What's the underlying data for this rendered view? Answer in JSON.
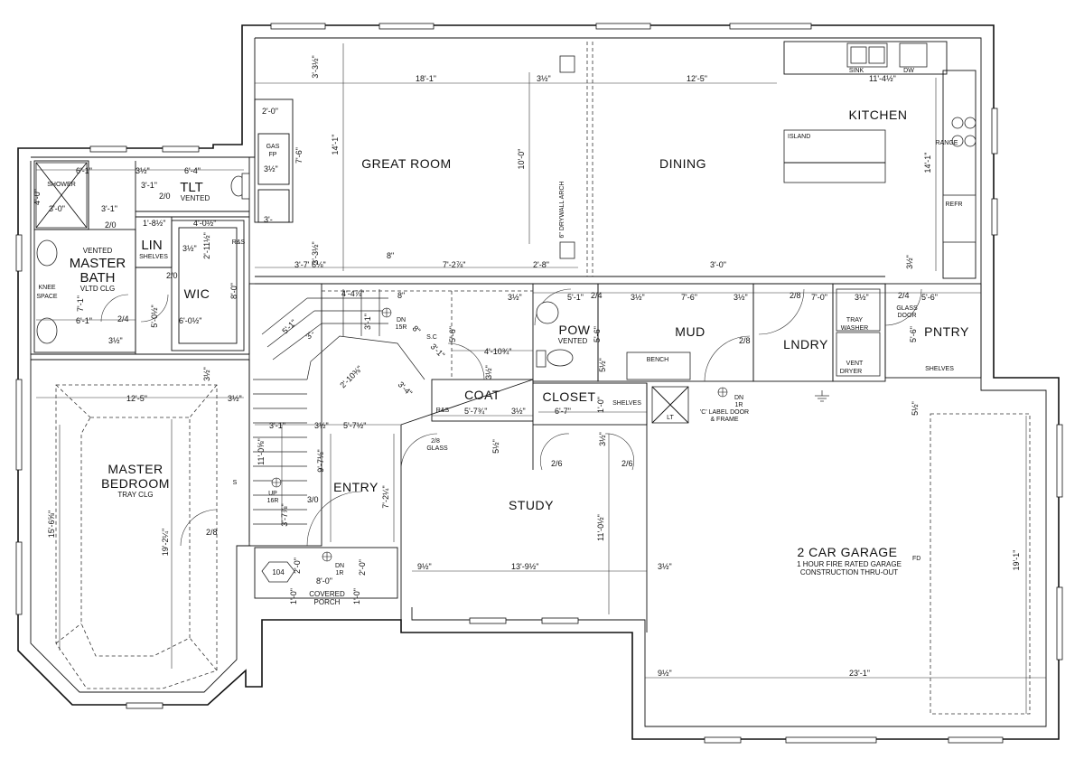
{
  "rooms": {
    "great_room": "GREAT ROOM",
    "dining": "DINING",
    "kitchen": "KITCHEN",
    "tlt": "TLT",
    "tlt_note": "VENTED",
    "master_bath": "MASTER",
    "master_bath2": "BATH",
    "master_bath_vented": "VENTED",
    "master_bath_clg": "VLTD CLG",
    "lin": "LIN",
    "lin_shelves": "SHELVES",
    "wic": "WIC",
    "master_bedroom": "MASTER",
    "master_bedroom2": "BEDROOM",
    "master_bedroom_clg": "TRAY CLG",
    "pow": "POW",
    "pow_note": "VENTED",
    "mud": "MUD",
    "lndry": "LNDRY",
    "pntry": "PNTRY",
    "coat": "COAT",
    "closet": "CLOSET",
    "entry": "ENTRY",
    "study": "STUDY",
    "garage": "2 CAR GARAGE",
    "garage_note1": "1 HOUR FIRE RATED GARAGE",
    "garage_note2": "CONSTRUCTION THRU-OUT",
    "covered_porch1": "COVERED",
    "covered_porch2": "PORCH"
  },
  "fixtures": {
    "island": "ISLAND",
    "sink": "SINK",
    "dw": "DW",
    "range": "RANGE",
    "refr": "REFR",
    "gas_fp1": "GAS",
    "gas_fp2": "FP",
    "shower": "SHOWER",
    "knee_space1": "KNEE",
    "knee_space2": "SPACE",
    "bench": "BENCH",
    "tray": "TRAY",
    "washer": "WASHER",
    "vent": "VENT",
    "dryer": "DRYER",
    "shelves": "SHELVES",
    "shelves2": "SHELVES",
    "rs1": "R&S",
    "rs2": "R&S",
    "drywall_arch": "6\" DRYWALL ARCH",
    "glass_door1": "GLASS",
    "glass_door2": "DOOR",
    "c_label1": "'C' LABEL DOOR",
    "c_label2": "& FRAME",
    "lt": "LT",
    "fd": "FD",
    "porch_num": "104",
    "sc": "S.C",
    "s_mark": "S",
    "stair_dn1": "DN",
    "stair_dn1b": "15R",
    "stair_up": "UP",
    "stair_up_b": "16R",
    "dn_garage": "DN",
    "dn_garage_b": "1R",
    "dn_porch": "DN",
    "dn_porch_b": "1R",
    "glass_28a": "2/8",
    "glass_28b": "GLASS"
  },
  "dimensions": {
    "d_18_1": "18'-1\"",
    "d_3_3half_top": "3'-3½\"",
    "d_3half_a": "3½\"",
    "d_12_5_top": "12'-5\"",
    "d_11_4half": "11'-4½\"",
    "d_14_1_left": "14'-1\"",
    "d_7_6": "7'-6\"",
    "d_10_0": "10'-0\"",
    "d_14_1_right": "14'-1\"",
    "d_2_0": "2'-0\"",
    "d_3half_fp": "3½\"",
    "d_3_3half_b": "3'-3½\"",
    "d_3_1_small": "3'-",
    "d_6_1_bath": "6'-1\"",
    "d_3half_b": "3½\"",
    "d_6_4": "6'-4\"",
    "d_3_1a": "3'-1\"",
    "d_4_0": "4'-0\"",
    "d_3_0_sh": "3'-0\"",
    "d_2_0_tlt": "2/0",
    "d_3_1_b": "3'-1\"",
    "d_20_a": "2/0",
    "d_1_8half": "1'-8½\"",
    "d_4_0half": "4'-0½\"",
    "d_3half_lin": "3½\"",
    "d_2_11half": "2'-11½\"",
    "d_8_0_wic": "8'-0\"",
    "d_2_0_wic": "2/0",
    "d_7_1": "7'-1\"",
    "d_5_0half": "5'-0½\"",
    "d_6_0half": "6'-0½\"",
    "d_6_1_b": "6'-1\"",
    "d_3half_c": "3½\"",
    "d_2_4_mb": "2/4",
    "d_3_7_6_8": "3'-7' 6⅛\"",
    "d_7_2_7_8": "7'-2⅞\"",
    "d_2_8": "2'-8\"",
    "d_3_0_mud": "3'-0\"",
    "d_3half_d": "3½\"",
    "d_8_a": "8\"",
    "d_8_b": "8\"",
    "d_4_4_7_8": "4'-4⅞\"",
    "d_5_1": "5'-1\"",
    "d_2_4_pow": "2/4",
    "d_3half_e": "3½\"",
    "d_7_6_mud": "7'-6\"",
    "d_3half_f": "3½\"",
    "d_2_8_lndry": "2/8",
    "d_7_0": "7'-0\"",
    "d_3half_g": "3½\"",
    "d_2_4_pn": "2/4",
    "d_5_6": "5'-6\"",
    "d_5_6_v": "5'-6\"",
    "d_5_6_v2": "5'-6\"",
    "d_3half_v": "3½\"",
    "d_5_6_entry": "5'-6\"",
    "d_4_10_3_4": "4'-10¾\"",
    "d_3half_coat": "3½\"",
    "d_5_7_3_4": "5'-7¾\"",
    "d_3half_h": "3½\"",
    "d_6_7": "6'-7\"",
    "d_1_0": "1'-0\"",
    "d_2_8_mud": "2/8",
    "d_5half_pow": "5½\"",
    "d_12_5_mb": "12'-5\"",
    "d_3half_mb": "3½\"",
    "d_3half_mb2": "3½\"",
    "d_15_6_5_8": "15'-6⅝\"",
    "d_19_2_1_4": "19'-2¼\"",
    "d_2_8_mb": "2/8",
    "d_3_1_entry": "3'-1\"",
    "d_3half_entry": "3½\"",
    "d_5_7half": "5'-7½\"",
    "d_11_0_5_8": "11'-0⅝\"",
    "d_9_7_1_8": "9'-7⅛\"",
    "d_7_2_1_4": "7'-2¼\"",
    "d_3_7_7_8": "3'-7⅞\"",
    "d_3_0_door": "3/0",
    "d_5half_st": "5½\"",
    "d_2_6_a": "2/6",
    "d_2_6_b": "2/6",
    "d_3half_st": "3½\"",
    "d_11_0half": "11'-0½\"",
    "d_9half_st": "9½\"",
    "d_13_9half": "13'-9½\"",
    "d_3half_st2": "3½\"",
    "d_2_0_porch": "2'-0\"",
    "d_8_0_porch": "8'-0\"",
    "d_2_0_porch2": "2'-0\"",
    "d_1_0_porch": "1'-0\"",
    "d_1_0_porch2": "1'-0\"",
    "d_5half_gar": "5½\"",
    "d_19_1": "19'-1\"",
    "d_9half_gar": "9½\"",
    "d_23_1": "23'-1\"",
    "d_2_10_3_8": "2'-10⅜\"",
    "d_3_4_st": "3'-4\"",
    "d_3_1_st": "3'-1\"",
    "d_5_1_st": "5'-1\"",
    "d_8_st": "8\"",
    "d_3_1_st2": "3'-1\"",
    "d_3_1_st3": "3'-"
  }
}
